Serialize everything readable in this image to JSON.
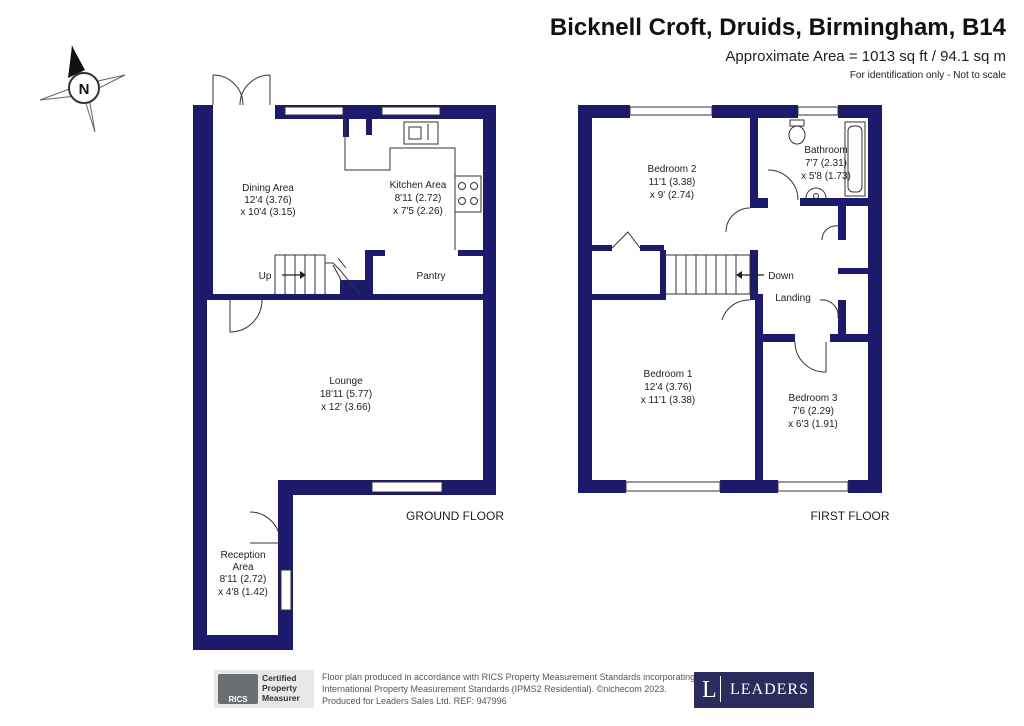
{
  "header": {
    "title": "Bicknell Croft, Druids, Birmingham, B14",
    "area": "Approximate Area = 1013 sq ft / 94.1 sq m",
    "note": "For identification only - Not to scale"
  },
  "compass": {
    "label": "N"
  },
  "ground_floor": {
    "label": "GROUND FLOOR",
    "rooms": {
      "dining": {
        "name": "Dining Area",
        "dim1": "12'4 (3.76)",
        "dim2": "x 10'4 (3.15)"
      },
      "kitchen": {
        "name": "Kitchen Area",
        "dim1": "8'11 (2.72)",
        "dim2": "x 7'5 (2.26)"
      },
      "pantry": {
        "name": "Pantry"
      },
      "stairs": {
        "label": "Up"
      },
      "lounge": {
        "name": "Lounge",
        "dim1": "18'11 (5.77)",
        "dim2": "x 12' (3.66)"
      },
      "reception": {
        "name1": "Reception",
        "name2": "Area",
        "dim1": "8'11 (2.72)",
        "dim2": "x 4'8 (1.42)"
      }
    }
  },
  "first_floor": {
    "label": "FIRST FLOOR",
    "rooms": {
      "bedroom2": {
        "name": "Bedroom 2",
        "dim1": "11'1 (3.38)",
        "dim2": "x 9' (2.74)"
      },
      "bathroom": {
        "name": "Bathroom",
        "dim1": "7'7 (2.31)",
        "dim2": "x 5'8 (1.73)"
      },
      "stairs": {
        "label": "Down"
      },
      "landing": {
        "name": "Landing"
      },
      "bedroom1": {
        "name": "Bedroom 1",
        "dim1": "12'4 (3.76)",
        "dim2": "x 11'1 (3.38)"
      },
      "bedroom3": {
        "name": "Bedroom 3",
        "dim1": "7'6 (2.29)",
        "dim2": "x 6'3 (1.91)"
      }
    }
  },
  "footer": {
    "rics_badge": "Certified Property Measurer",
    "rics_logo": "RICS",
    "line1": "Floor plan produced in accordance with RICS Property Measurement Standards incorporating",
    "line2": "International Property Measurement Standards (IPMS2 Residential).  ©nichecom 2023.",
    "line3": "Produced for Leaders Sales Ltd.   REF:  947996",
    "agent_mark": "L",
    "agent_name": "LEADERS"
  },
  "colors": {
    "wall": "#1c1a6b",
    "text": "#222222"
  }
}
